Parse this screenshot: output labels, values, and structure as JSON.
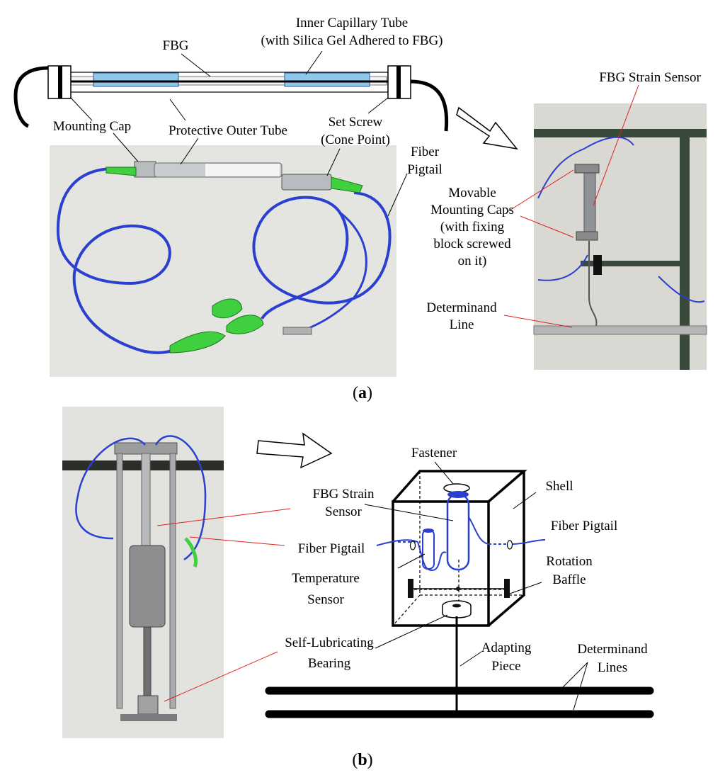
{
  "panel_a": {
    "panel_label": "a",
    "labels": {
      "fbg": "FBG",
      "inner_tube_1": "Inner Capillary Tube",
      "inner_tube_2": "(with Silica Gel Adhered to FBG)",
      "mounting_cap": "Mounting Cap",
      "outer_tube": "Protective Outer Tube",
      "set_screw_1": "Set Screw",
      "set_screw_2": "(Cone Point)",
      "fiber_pigtail_1": "Fiber",
      "fiber_pigtail_2": "Pigtail",
      "strain_sensor": "FBG Strain Sensor",
      "movable_caps_1": "Movable",
      "movable_caps_2": "Mounting Caps",
      "movable_caps_3": "(with fixing",
      "movable_caps_4": "block screwed",
      "movable_caps_5": "on it)",
      "determinand_1": "Determinand",
      "determinand_2": "Line"
    }
  },
  "panel_b": {
    "panel_label": "b",
    "labels": {
      "fastener": "Fastener",
      "shell": "Shell",
      "fbg_sensor_1": "FBG Strain",
      "fbg_sensor_2": "Sensor",
      "fiber_pigtail_left": "Fiber Pigtail",
      "fiber_pigtail_right": "Fiber Pigtail",
      "temp_sensor_1": "Temperature",
      "temp_sensor_2": "Sensor",
      "rotation_1": "Rotation",
      "rotation_2": "Baffle",
      "bearing_1": "Self-Lubricating",
      "bearing_2": "Bearing",
      "adapting_1": "Adapting",
      "adapting_2": "Piece",
      "determinand_1": "Determinand",
      "determinand_2": "Lines"
    }
  },
  "colors": {
    "fiber_blue": "#2b3fd0",
    "leader_red": "#e0201c",
    "gel_blue": "#8ec7ea",
    "connector_green": "#3fcf3f",
    "photo_bg": "#e6e6e2",
    "wall_bg": "#d9d8d2"
  }
}
